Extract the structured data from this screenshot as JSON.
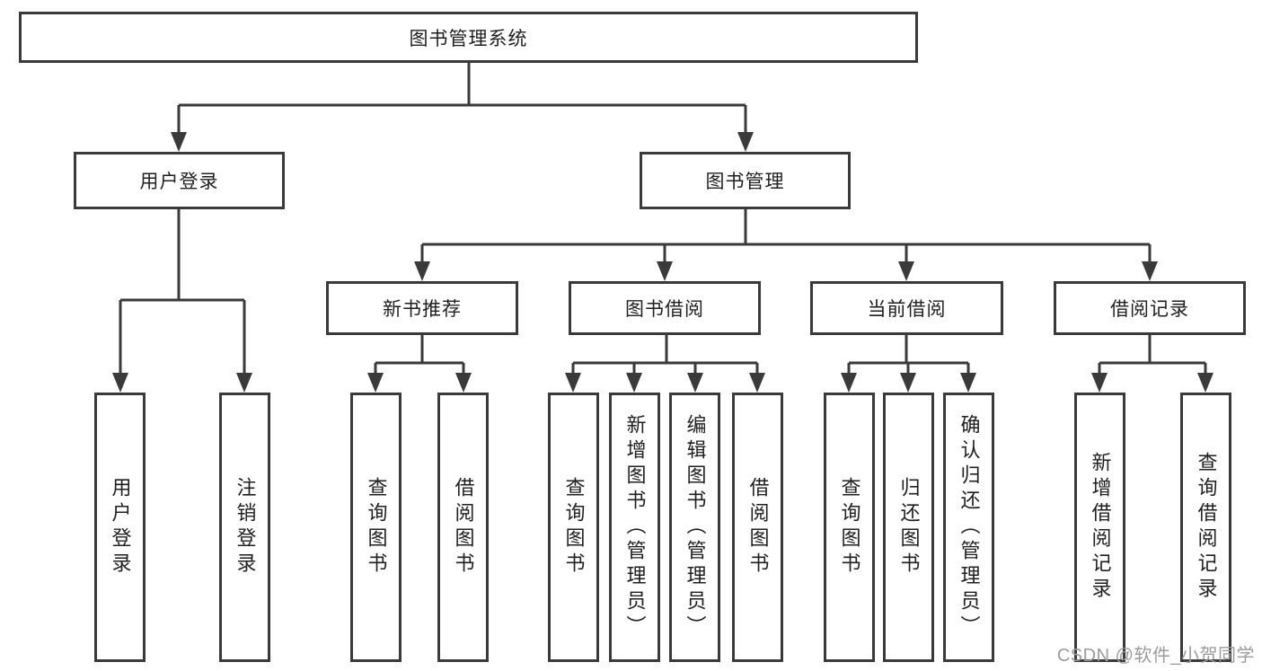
{
  "tree": {
    "root": {
      "label": "图书管理系统",
      "children": [
        {
          "label": "用户登录",
          "children": [
            {
              "label": "用户登录"
            },
            {
              "label": "注销登录"
            }
          ]
        },
        {
          "label": "图书管理",
          "children": [
            {
              "label": "新书推荐",
              "children": [
                {
                  "label": "查询图书"
                },
                {
                  "label": "借阅图书"
                }
              ]
            },
            {
              "label": "图书借阅",
              "children": [
                {
                  "label": "查询图书"
                },
                {
                  "label": "新增图书（管理员）"
                },
                {
                  "label": "编辑图书（管理员）"
                },
                {
                  "label": "借阅图书"
                }
              ]
            },
            {
              "label": "当前借阅",
              "children": [
                {
                  "label": "查询图书"
                },
                {
                  "label": "归还图书"
                },
                {
                  "label": "确认归还（管理员）"
                }
              ]
            },
            {
              "label": "借阅记录",
              "children": [
                {
                  "label": "新增借阅记录"
                },
                {
                  "label": "查询借阅记录"
                }
              ]
            }
          ]
        }
      ]
    }
  },
  "watermark": {
    "text": "CSDN @软件_小贺同学"
  },
  "colors": {
    "line": "#3a3a3a",
    "text": "#1f1f1f",
    "watermark": "#9b9b9b",
    "background": "#ffffff"
  }
}
